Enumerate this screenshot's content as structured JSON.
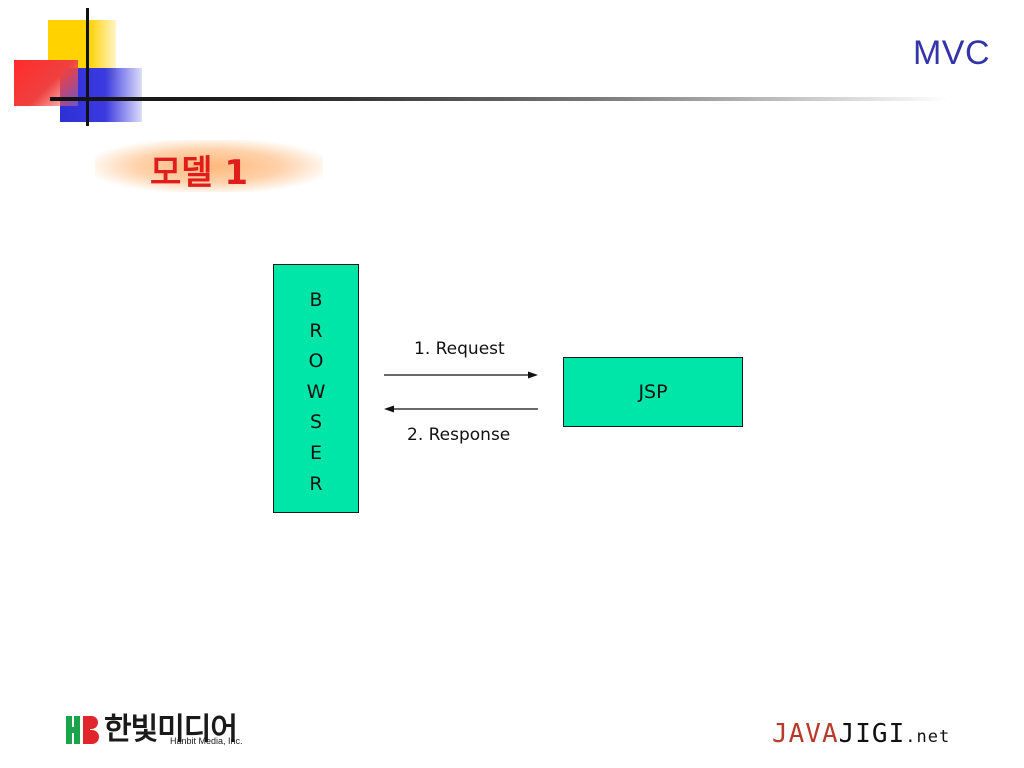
{
  "header": {
    "title": "MVC"
  },
  "section": {
    "heading": "모델 1"
  },
  "diagram": {
    "browser_letters": [
      "B",
      "R",
      "O",
      "W",
      "S",
      "E",
      "R"
    ],
    "jsp_label": "JSP",
    "request_label": "1. Request",
    "response_label": "2. Response",
    "box_color": "#00e6a8"
  },
  "footer": {
    "publisher_name": "한빛미디어",
    "publisher_sub": "Hanbit Media, Inc.",
    "site_part1": "JAVA",
    "site_part2": "JIGI",
    "site_part3": ".net"
  }
}
